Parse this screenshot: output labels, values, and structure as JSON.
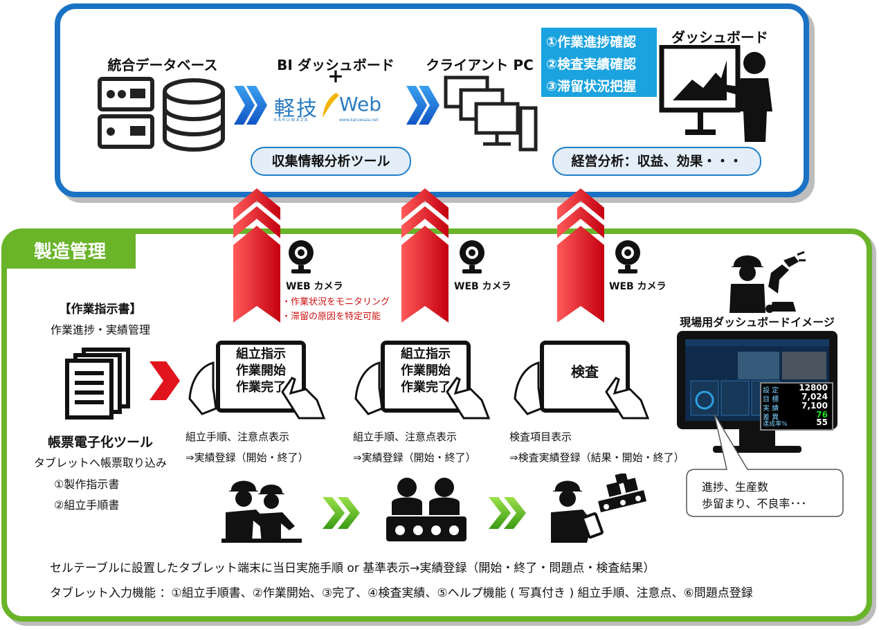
{
  "top": {
    "database_title": "統合データベース",
    "bi_title": "BI ダッシュボード",
    "plus": "+",
    "logo_kanji": "軽技",
    "logo_web": "Web",
    "logo_sub_left": "K A R U W A Z A",
    "logo_sub_right": "www.karuwaza.net",
    "bi_pill": "収集情報分析ツール",
    "client_title": "クライアント PC",
    "dashboard_title": "ダッシュボード",
    "dashboard_items": [
      "①作業進捗確認",
      "②検査実績確認",
      "③滞留状況把握"
    ],
    "dashboard_pill": "経営分析：収益、効果・・・"
  },
  "section_title": "製造管理",
  "cameras": [
    {
      "label": "WEB カメラ",
      "notes": [
        "・作業状況をモニタリング",
        "・滞留の原因を特定可能"
      ]
    },
    {
      "label": "WEB カメラ",
      "notes": []
    },
    {
      "label": "WEB カメラ",
      "notes": []
    }
  ],
  "left": {
    "bracket_title": "【作業指示書】",
    "subtitle": "作業進捗・実績管理",
    "tool_title": "帳票電子化ツール",
    "tool_desc": "タブレットへ帳票取り込み",
    "items": [
      "①製作指示書",
      "②組立手順書"
    ]
  },
  "tablets": [
    {
      "lines": [
        "組立指示",
        "作業開始",
        "作業完了"
      ],
      "desc1": "組立手順、注意点表示",
      "desc2": "⇒実績登録（開始・終了）"
    },
    {
      "lines": [
        "組立指示",
        "作業開始",
        "作業完了"
      ],
      "desc1": "組立手順、注意点表示",
      "desc2": "⇒実績登録（開始・終了）"
    },
    {
      "lines": [
        "検査"
      ],
      "desc1": "検査項目表示",
      "desc2": "⇒検査実績登録（結果・開始・終了）"
    }
  ],
  "field": {
    "title": "現場用ダッシュボードイメージ",
    "stats": [
      {
        "label": "設 定",
        "value": "12800",
        "color": "#ffffff"
      },
      {
        "label": "目 標",
        "value": "7,024",
        "color": "#ffffff"
      },
      {
        "label": "実 績",
        "value": "7,100",
        "color": "#ffffff"
      },
      {
        "label": "差 異",
        "value": "76",
        "color": "#22dd22"
      },
      {
        "label": "達成率%",
        "value": "55",
        "color": "#ffffff"
      }
    ],
    "bubble_lines": [
      "進捗、生産数",
      "歩留まり、不良率･･･"
    ]
  },
  "bottom_lines": [
    "セルテーブルに設置したタブレット端末に当日実施手順 or 基準表示→実績登録（開始・終了・問題点・検査結果）",
    "タブレット入力機能 ：①組立手順書、②作業開始、③完了、④検査実績、⑤ヘルプ機能 ( 写真付き ) 組立手順、注意点、⑥問題点登録"
  ],
  "colors": {
    "top_border": "#1a72c4",
    "green_border": "#6ab42a",
    "red_arrow": "#e0141c",
    "cyan_box": "#1aa3df",
    "pill_bg": "#e3eef9"
  }
}
